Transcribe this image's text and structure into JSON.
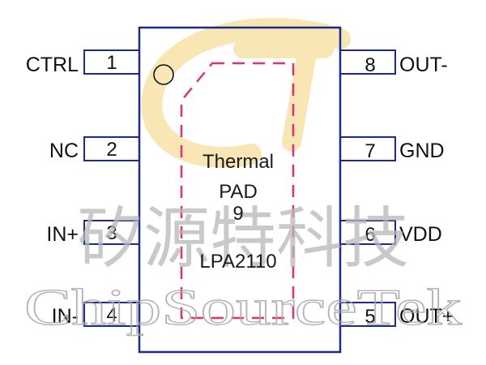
{
  "chip": {
    "part_number": "LPA2110",
    "pad_label_line1": "Thermal",
    "pad_label_line2": "PAD",
    "pad_number": "9"
  },
  "pins_left": [
    {
      "number": "1",
      "name": "CTRL"
    },
    {
      "number": "2",
      "name": "NC"
    },
    {
      "number": "3",
      "name": "IN+"
    },
    {
      "number": "4",
      "name": "IN-"
    }
  ],
  "pins_right": [
    {
      "number": "8",
      "name": "OUT-"
    },
    {
      "number": "7",
      "name": "GND"
    },
    {
      "number": "6",
      "name": "VDD"
    },
    {
      "number": "5",
      "name": "OUT+"
    }
  ],
  "watermark": {
    "chinese": "矽源特科技",
    "english": "ChipSourceTek"
  },
  "colors": {
    "outline": "#1c2a8c",
    "pad_dash": "#e0307a",
    "logo": "#f3d27a"
  }
}
